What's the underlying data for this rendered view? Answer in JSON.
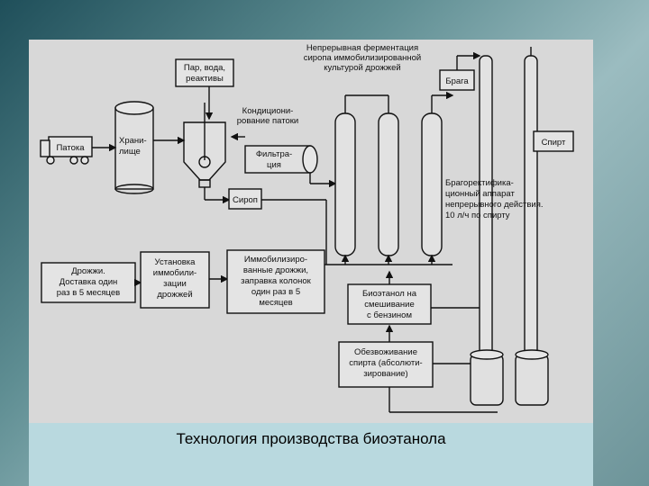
{
  "slide": {
    "caption": "Технология производства биоэтанола"
  },
  "diagram": {
    "labels": {
      "steam": [
        "Пар, вода,",
        "реактивы"
      ],
      "fermentation": [
        "Непрерывная ферментация",
        "сиропа иммобилизированной",
        "культурой дрожжей"
      ],
      "conditioning": [
        "Кондициони-",
        "рование патоки"
      ],
      "braga": "Брага",
      "patoka": "Патока",
      "storage": [
        "Храни-",
        "лище"
      ],
      "filtration": [
        "Фильтра-",
        "ция"
      ],
      "syrup": "Сироп",
      "spirit": "Спирт",
      "rectification": [
        "Брагоректифика-",
        "ционный аппарат",
        "непрерывного действия.",
        "10 л/ч по спирту"
      ],
      "yeast": [
        "Дрожжи.",
        "Доставка один",
        "раз в 5 месяцев"
      ],
      "immob_unit": [
        "Установка",
        "иммобили-",
        "зации",
        "дрожжей"
      ],
      "immob_yeast": [
        "Иммобилизиро-",
        "ванные дрожжи,",
        "заправка колонок",
        "один раз в 5",
        "месяцев"
      ],
      "bioethanol": [
        "Биоэтанол на",
        "смешивание",
        "с бензином"
      ],
      "dehydration": [
        "Обезвоживание",
        "спирта (абсолюти-",
        "зирование)"
      ]
    }
  }
}
